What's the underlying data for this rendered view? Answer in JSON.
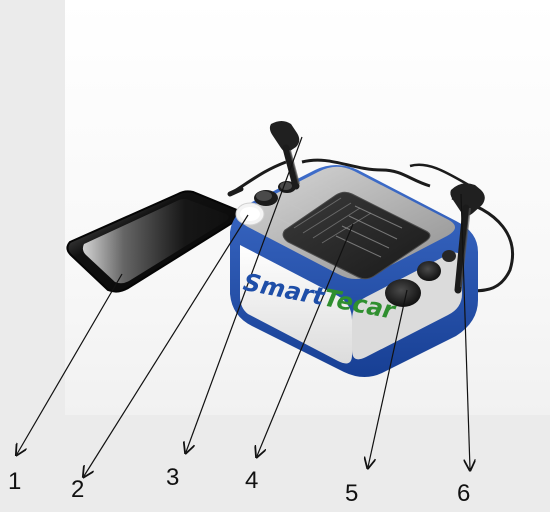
{
  "image": {
    "brand_logo": {
      "part1": "Smart",
      "part2": "Tecar"
    },
    "callouts": [
      {
        "label": "1"
      },
      {
        "label": "2"
      },
      {
        "label": "3"
      },
      {
        "label": "4"
      },
      {
        "label": "5"
      },
      {
        "label": "6"
      }
    ]
  },
  "colors": {
    "device_blue": "#1f56b0",
    "device_white": "#f5f5f5",
    "screen_dark": "#262626",
    "electrode_dark": "#1b1b1b",
    "logo_green": "#2f8f2f",
    "background": "#ebebeb"
  }
}
